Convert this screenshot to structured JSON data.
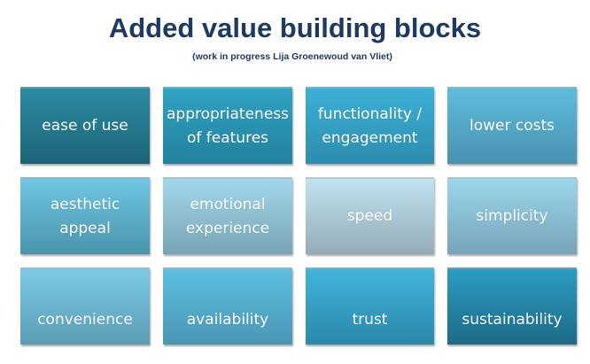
{
  "title": "Added value building blocks",
  "subtitle": "(work in progress Lija Groenewoud van Vliet)",
  "blocks": [
    {
      "label": "ease of use",
      "c1": "#2b8ba2",
      "c2": "#1e6479"
    },
    {
      "label": "appropriateness of features",
      "c1": "#30a2c2",
      "c2": "#23819d"
    },
    {
      "label": "functionality / engagement",
      "c1": "#3cb0d6",
      "c2": "#2d8cad"
    },
    {
      "label": "lower costs",
      "c1": "#60bcdc",
      "c2": "#4892b0"
    },
    {
      "label": "aesthetic appeal",
      "c1": "#70c6e2",
      "c2": "#4a94ac"
    },
    {
      "label": "emotional experience",
      "c1": "#a2d8ec",
      "c2": "#78a4b4"
    },
    {
      "label": "speed",
      "c1": "#c2e2f0",
      "c2": "#94acb8"
    },
    {
      "label": "simplicity",
      "c1": "#9cd6ec",
      "c2": "#76a4b8"
    },
    {
      "label": "convenience",
      "c1": "#7ccae6",
      "c2": "#5a9cb4"
    },
    {
      "label": "availability",
      "c1": "#5ebfe0",
      "c2": "#4a96b4"
    },
    {
      "label": "trust",
      "c1": "#42b4dc",
      "c2": "#2a88aa"
    },
    {
      "label": "sustainability",
      "c1": "#2c9cc2",
      "c2": "#1d6a86"
    }
  ]
}
